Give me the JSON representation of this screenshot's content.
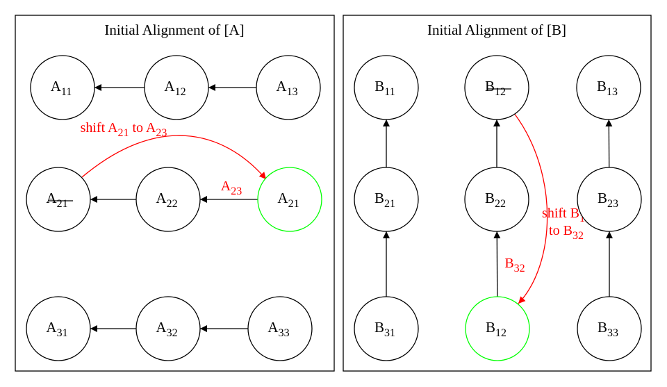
{
  "colors": {
    "line": "#000000",
    "accent": "#ff0000",
    "highlight": "#00ff00"
  },
  "panel_a": {
    "title": "Initial Alignment of [A]",
    "nodes": [
      {
        "id": "a11",
        "letter": "A",
        "sub": "11",
        "struck": false,
        "highlight": false
      },
      {
        "id": "a12",
        "letter": "A",
        "sub": "12",
        "struck": false,
        "highlight": false
      },
      {
        "id": "a13",
        "letter": "A",
        "sub": "13",
        "struck": false,
        "highlight": false
      },
      {
        "id": "a21-old",
        "letter": "A",
        "sub": "21",
        "struck": true,
        "highlight": false
      },
      {
        "id": "a22",
        "letter": "A",
        "sub": "22",
        "struck": false,
        "highlight": false
      },
      {
        "id": "a21-new",
        "letter": "A",
        "sub": "21",
        "struck": false,
        "highlight": true
      },
      {
        "id": "a31",
        "letter": "A",
        "sub": "31",
        "struck": false,
        "highlight": false
      },
      {
        "id": "a32",
        "letter": "A",
        "sub": "32",
        "struck": false,
        "highlight": false
      },
      {
        "id": "a33",
        "letter": "A",
        "sub": "33",
        "struck": false,
        "highlight": false
      }
    ],
    "edges": [
      {
        "from": "a12",
        "to": "a11"
      },
      {
        "from": "a13",
        "to": "a12"
      },
      {
        "from": "a22",
        "to": "a21-old"
      },
      {
        "from": "a21-new",
        "to": "a22",
        "label": {
          "letter": "A",
          "sub": "23"
        }
      },
      {
        "from": "a32",
        "to": "a31"
      },
      {
        "from": "a33",
        "to": "a32"
      },
      {
        "from": "a21-old",
        "to": "a21-new",
        "curved": true,
        "accent": true,
        "label": {
          "prefix": "shift ",
          "letter": "A",
          "sub": "21",
          "mid": " to ",
          "letter2": "A",
          "sub2": "23"
        }
      }
    ]
  },
  "panel_b": {
    "title": "Initial Alignment of [B]",
    "nodes": [
      {
        "id": "b11",
        "letter": "B",
        "sub": "11",
        "struck": false,
        "highlight": false
      },
      {
        "id": "b12-old",
        "letter": "B",
        "sub": "12",
        "struck": true,
        "highlight": false
      },
      {
        "id": "b13",
        "letter": "B",
        "sub": "13",
        "struck": false,
        "highlight": false
      },
      {
        "id": "b21",
        "letter": "B",
        "sub": "21",
        "struck": false,
        "highlight": false
      },
      {
        "id": "b22",
        "letter": "B",
        "sub": "22",
        "struck": false,
        "highlight": false
      },
      {
        "id": "b23",
        "letter": "B",
        "sub": "23",
        "struck": false,
        "highlight": false
      },
      {
        "id": "b31",
        "letter": "B",
        "sub": "31",
        "struck": false,
        "highlight": false
      },
      {
        "id": "b12-new",
        "letter": "B",
        "sub": "12",
        "struck": false,
        "highlight": true
      },
      {
        "id": "b33",
        "letter": "B",
        "sub": "33",
        "struck": false,
        "highlight": false
      }
    ],
    "edges": [
      {
        "from": "b21",
        "to": "b11"
      },
      {
        "from": "b31",
        "to": "b21"
      },
      {
        "from": "b22",
        "to": "b12-old"
      },
      {
        "from": "b12-new",
        "to": "b22",
        "label": {
          "letter": "B",
          "sub": "32"
        }
      },
      {
        "from": "b23",
        "to": "b13"
      },
      {
        "from": "b33",
        "to": "b23"
      },
      {
        "from": "b12-old",
        "to": "b12-new",
        "curved": true,
        "accent": true,
        "label": {
          "line1_prefix": "shift ",
          "line1_letter": "B",
          "line1_sub": "12",
          "line2_prefix": "to ",
          "line2_letter": "B",
          "line2_sub": "32"
        }
      }
    ]
  }
}
